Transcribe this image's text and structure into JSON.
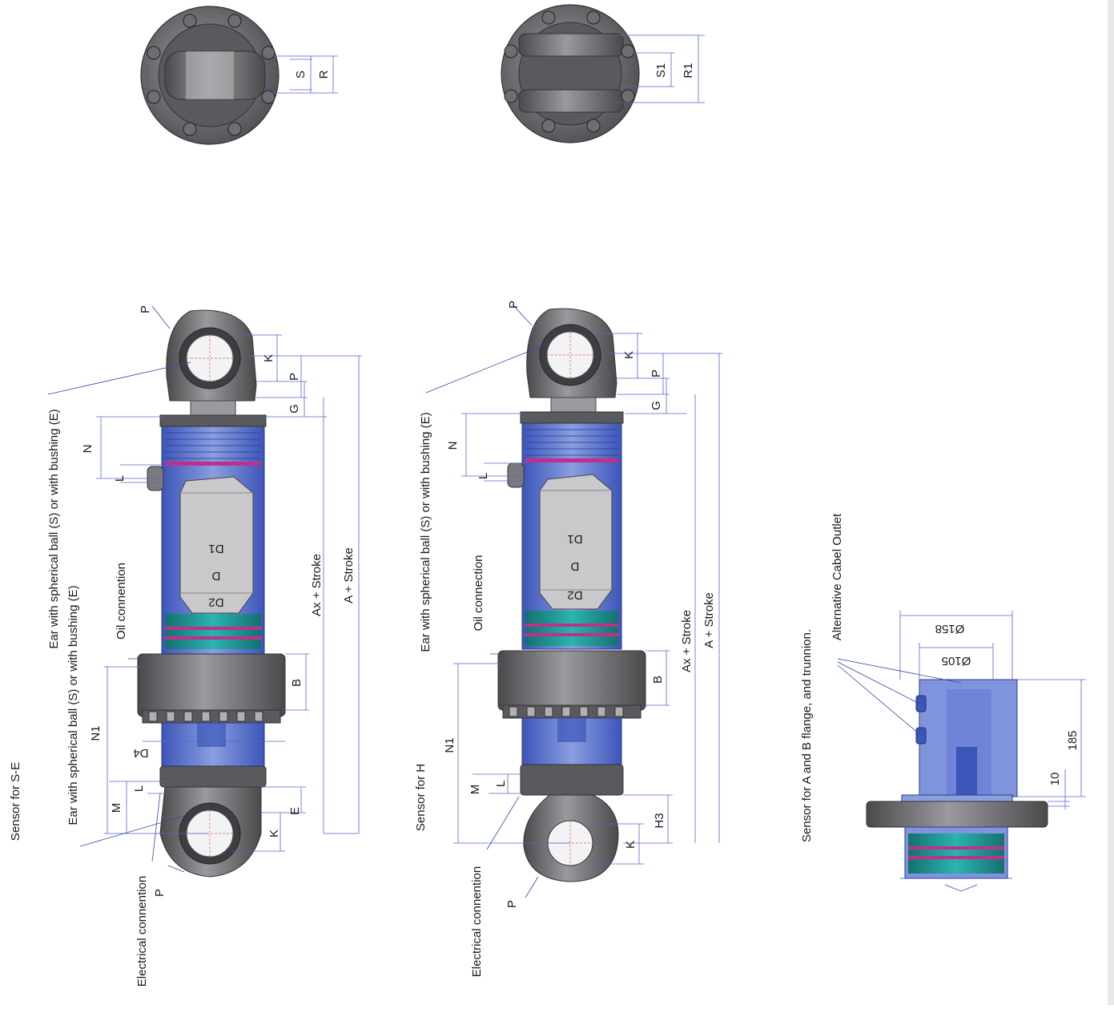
{
  "colors": {
    "steel_dark": "#4a4a4d",
    "steel": "#7a7a7e",
    "steel_light": "#a8a8ac",
    "glass_blue": "#7a8fd8",
    "glass_blue_dark": "#3c55b8",
    "teal": "#1e9a9a",
    "magenta": "#c0308a",
    "dim_line": "#5566cc"
  },
  "diagram_se": {
    "caption": "Sensor for S-E",
    "ear_callout": "Ear with spherical ball (S) or with bushing (E)",
    "oil_label": "Oil connention",
    "electrical_label": "Electrical connention",
    "labels": {
      "p": "P",
      "k": "K",
      "g": "G",
      "n": "N",
      "l": "L",
      "d1": "D1",
      "d": "D",
      "d2": "D2",
      "d4": "D4",
      "n1": "N1",
      "m": "M",
      "b": "B",
      "e": "E",
      "ax_stroke": "Ax + Stroke",
      "a_stroke": "A + Stroke"
    }
  },
  "diagram_h": {
    "caption": "Sensor for H",
    "ear_callout": "Ear with spherical ball (S) or with bushing (E)",
    "oil_label": "Oil connection",
    "electrical_label": "Electrical connention",
    "labels": {
      "p": "P",
      "k": "K",
      "g": "G",
      "n": "N",
      "l": "L",
      "d1": "D1",
      "d": "D",
      "d2": "D2",
      "n1": "N1",
      "m": "M",
      "b": "B",
      "h3": "H3",
      "ax_stroke": "Ax + Stroke",
      "a_stroke": "A + Stroke"
    }
  },
  "end_view_se": {
    "s": "S",
    "r": "R"
  },
  "end_view_h": {
    "s1": "S1",
    "r1": "R1"
  },
  "flange_sensor": {
    "caption": "Sensor for A and B flange, and trunnion.",
    "cable_label": "Alternative Cabel Outlet",
    "dia158": "Ø158",
    "dia105": "Ø105",
    "dim185": "185",
    "dim10": "10"
  }
}
